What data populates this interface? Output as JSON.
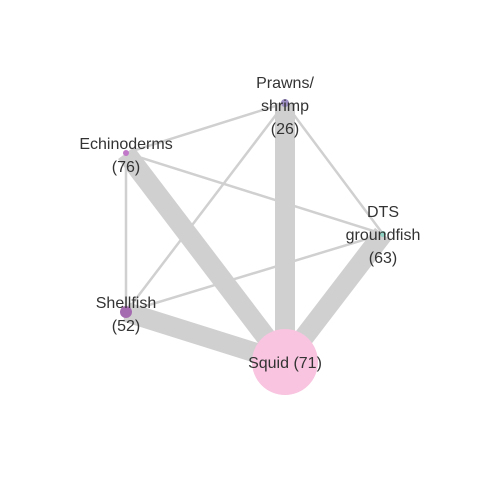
{
  "diagram": {
    "colors": {
      "edge": "#d0d0d0",
      "text": "#333333"
    },
    "nodes": [
      {
        "id": "prawns",
        "label_lines": [
          "Prawns/",
          "shrimp",
          "(26)"
        ],
        "color": "#9d8fc4"
      },
      {
        "id": "echinoderms",
        "label_lines": [
          "Echinoderms",
          "(76)"
        ],
        "color": "#c178c8"
      },
      {
        "id": "dts",
        "label_lines": [
          "DTS",
          "groundfish",
          "(63)"
        ],
        "color": "#8fd3c4"
      },
      {
        "id": "shellfish",
        "label_lines": [
          "Shellfish",
          "(52)"
        ],
        "color": "#a46bb0"
      },
      {
        "id": "squid",
        "label_lines": [
          "Squid (71)"
        ],
        "color": "#f8c4df"
      }
    ],
    "edges": [
      {
        "source": "squid",
        "target": "prawns",
        "weight": "heavy"
      },
      {
        "source": "squid",
        "target": "echinoderms",
        "weight": "heavy"
      },
      {
        "source": "squid",
        "target": "dts",
        "weight": "heavy"
      },
      {
        "source": "squid",
        "target": "shellfish",
        "weight": "heavy"
      },
      {
        "source": "prawns",
        "target": "echinoderms",
        "weight": "light"
      },
      {
        "source": "prawns",
        "target": "shellfish",
        "weight": "light"
      },
      {
        "source": "prawns",
        "target": "dts",
        "weight": "light"
      },
      {
        "source": "echinoderms",
        "target": "dts",
        "weight": "light"
      },
      {
        "source": "echinoderms",
        "target": "shellfish",
        "weight": "light"
      },
      {
        "source": "shellfish",
        "target": "dts",
        "weight": "light"
      }
    ]
  }
}
